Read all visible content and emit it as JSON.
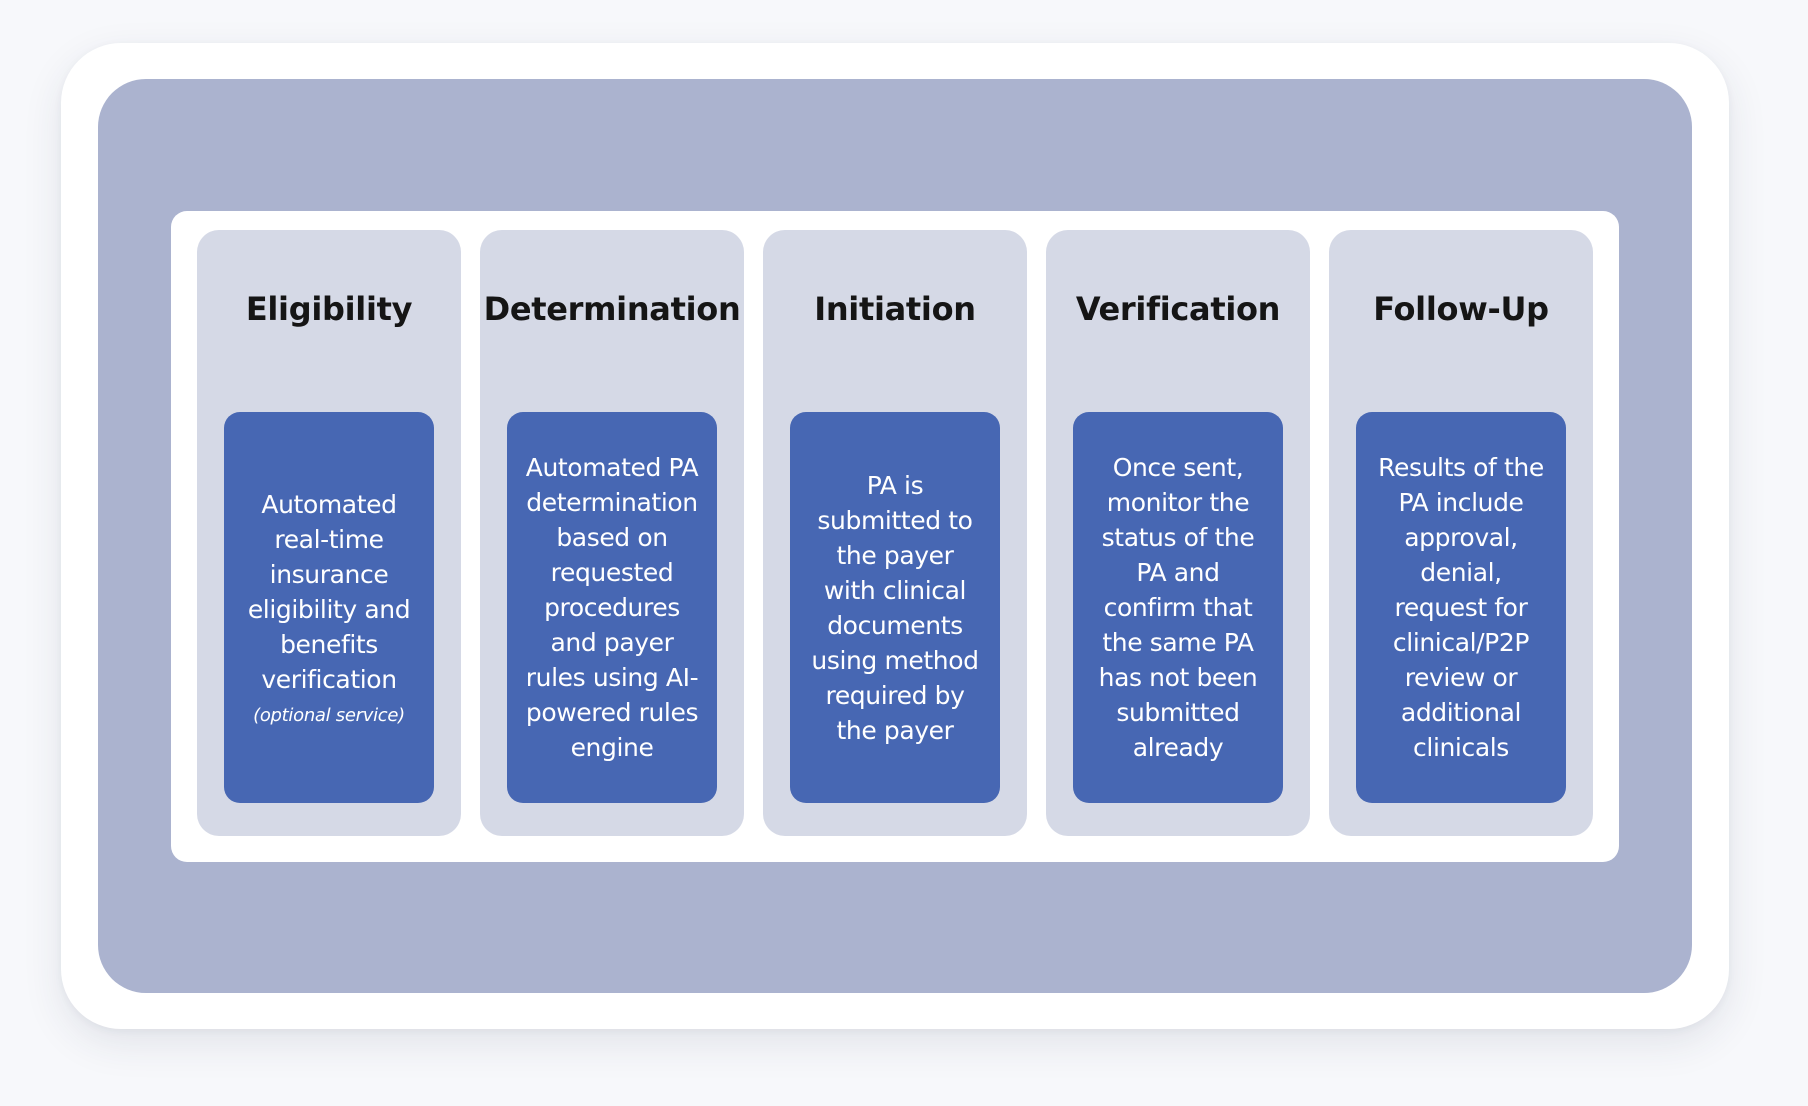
{
  "colors": {
    "background": "#f7f8fb",
    "card": "#ffffff",
    "panel": "#abb3cf",
    "column": "#d5d9e6",
    "box": "#4767b3",
    "title_text": "#151515",
    "box_text": "#ffffff"
  },
  "steps": [
    {
      "title": "Eligibility",
      "text": "Automated\nreal-time\ninsurance\neligibility and\nbenefits\nverification",
      "note": "(optional service)"
    },
    {
      "title": "Determination",
      "text": "Automated PA\ndetermination\nbased on\nrequested\nprocedures\nand payer\nrules using AI-\npowered rules\nengine",
      "note": ""
    },
    {
      "title": "Initiation",
      "text": "PA is\nsubmitted to\nthe payer\nwith clinical\ndocuments\nusing method\nrequired by\nthe payer",
      "note": ""
    },
    {
      "title": "Verification",
      "text": "Once sent,\nmonitor the\nstatus of the\nPA and\nconfirm that\nthe same PA\nhas not been\nsubmitted\nalready",
      "note": ""
    },
    {
      "title": "Follow-Up",
      "text": "Results of the\nPA include\napproval,\ndenial,\nrequest for\nclinical/P2P\nreview or\nadditional\nclinicals",
      "note": ""
    }
  ]
}
